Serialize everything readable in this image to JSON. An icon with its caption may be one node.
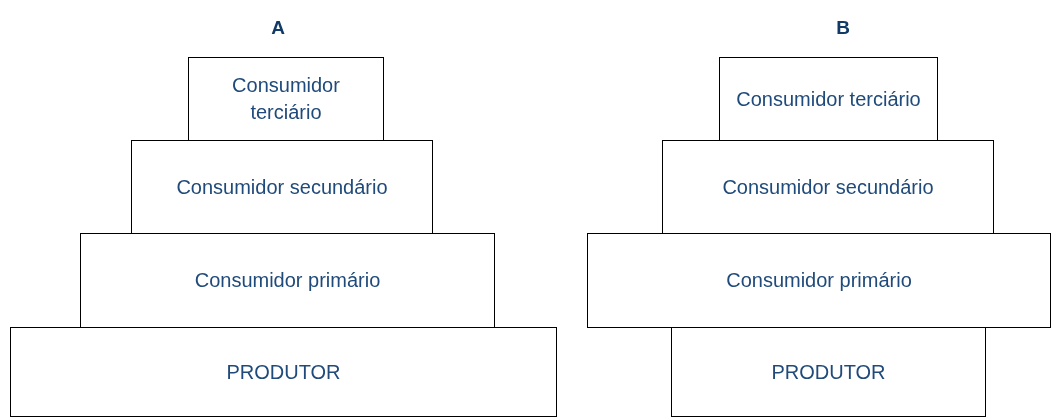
{
  "diagram": {
    "nodes": [
      {
        "text": [
          "Consumidor terciário"
        ]
      },
      {
        "text": [
          "Consumidor secundário"
        ]
      },
      {
        "text": [
          "Consumidor primário"
        ]
      },
      {
        "text": [
          "PRODUTOR"
        ]
      },
      {
        "text": [
          "Consumidor terciário"
        ]
      },
      {
        "text": [
          "Consumidor secundário"
        ]
      },
      {
        "text": [
          "Consumidor primário"
        ]
      },
      {
        "text": [
          "PRODUTOR"
        ]
      }
    ],
    "labels": [
      "A",
      "B"
    ]
  }
}
